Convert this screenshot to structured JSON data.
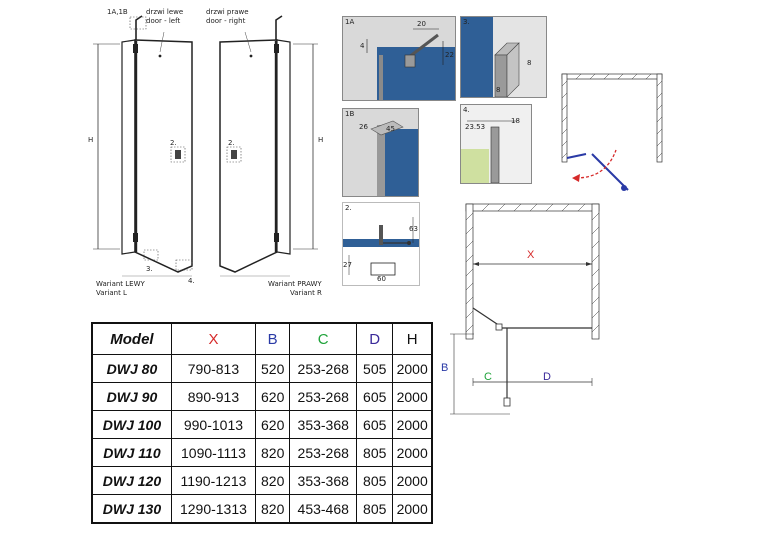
{
  "colors": {
    "X": "#d62a2a",
    "B": "#2a3aa6",
    "C": "#1fa33a",
    "D": "#3a2a9a",
    "H": "#111111"
  },
  "drawings": {
    "left_door": {
      "callout_top": "1A,1B",
      "caption_line1": "drzwi lewe",
      "caption_line2": "door - left",
      "height_label": "H",
      "callout_2": "2.",
      "callout_3": "3.",
      "variant_line1": "Wariant LEWY",
      "variant_line2": "Variant L"
    },
    "right_door": {
      "caption_line1": "drzwi prawe",
      "caption_line2": "door - right",
      "height_label": "H",
      "callout_2": "2.",
      "callout_4": "4.",
      "variant_line1": "Wariant PRAWY",
      "variant_line2": "Variant R"
    },
    "details": {
      "d1a": {
        "tag": "1A",
        "dim_a": "20",
        "dim_b": "4",
        "dim_c": "22"
      },
      "d1b": {
        "tag": "1B",
        "dim_a": "26",
        "dim_b": "45"
      },
      "d2": {
        "tag": "2.",
        "dim_a": "63",
        "dim_b": "27",
        "dim_c": "60"
      },
      "d3": {
        "tag": "3.",
        "dim_a": "8",
        "dim_b": "8"
      },
      "d4": {
        "tag": "4.",
        "dim_a": "23.53",
        "dim_b": "18"
      }
    },
    "plan": {
      "label_X": "X",
      "label_B": "B",
      "label_C": "C",
      "label_D": "D"
    }
  },
  "table": {
    "headers": [
      "Model",
      "X",
      "B",
      "C",
      "D",
      "H"
    ],
    "rows": [
      [
        "DWJ 80",
        "790-813",
        "520",
        "253-268",
        "505",
        "2000"
      ],
      [
        "DWJ 90",
        "890-913",
        "620",
        "253-268",
        "605",
        "2000"
      ],
      [
        "DWJ 100",
        "990-1013",
        "620",
        "353-368",
        "605",
        "2000"
      ],
      [
        "DWJ 110",
        "1090-1113",
        "820",
        "253-268",
        "805",
        "2000"
      ],
      [
        "DWJ 120",
        "1190-1213",
        "820",
        "353-368",
        "805",
        "2000"
      ],
      [
        "DWJ 130",
        "1290-1313",
        "820",
        "453-468",
        "805",
        "2000"
      ]
    ]
  }
}
